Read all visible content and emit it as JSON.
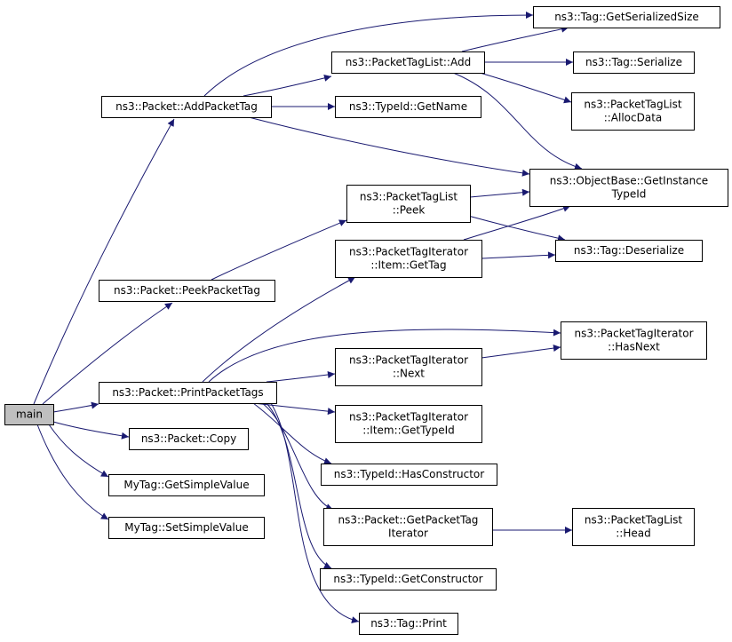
{
  "graph": {
    "nodes": [
      {
        "id": "main",
        "lines": [
          "main"
        ],
        "root": true
      },
      {
        "id": "addPacketTag",
        "lines": [
          "ns3::Packet::AddPacketTag"
        ]
      },
      {
        "id": "peekPacketTag",
        "lines": [
          "ns3::Packet::PeekPacketTag"
        ]
      },
      {
        "id": "printPacketTags",
        "lines": [
          "ns3::Packet::PrintPacketTags"
        ]
      },
      {
        "id": "packetCopy",
        "lines": [
          "ns3::Packet::Copy"
        ]
      },
      {
        "id": "getSimpleValue",
        "lines": [
          "MyTag::GetSimpleValue"
        ]
      },
      {
        "id": "setSimpleValue",
        "lines": [
          "MyTag::SetSimpleValue"
        ]
      },
      {
        "id": "tagListAdd",
        "lines": [
          "ns3::PacketTagList::Add"
        ]
      },
      {
        "id": "typeIdGetName",
        "lines": [
          "ns3::TypeId::GetName"
        ]
      },
      {
        "id": "tagListPeek",
        "lines": [
          "ns3::PacketTagList",
          "::Peek"
        ]
      },
      {
        "id": "iterItemGetTag",
        "lines": [
          "ns3::PacketTagIterator",
          "::Item::GetTag"
        ]
      },
      {
        "id": "iterNext",
        "lines": [
          "ns3::PacketTagIterator",
          "::Next"
        ]
      },
      {
        "id": "iterItemGetTypeId",
        "lines": [
          "ns3::PacketTagIterator",
          "::Item::GetTypeId"
        ]
      },
      {
        "id": "typeIdHasConstructor",
        "lines": [
          "ns3::TypeId::HasConstructor"
        ]
      },
      {
        "id": "getPacketTagIterator",
        "lines": [
          "ns3::Packet::GetPacketTag",
          "Iterator"
        ]
      },
      {
        "id": "typeIdGetConstructor",
        "lines": [
          "ns3::TypeId::GetConstructor"
        ]
      },
      {
        "id": "tagPrint",
        "lines": [
          "ns3::Tag::Print"
        ]
      },
      {
        "id": "tagGetSerializedSize",
        "lines": [
          "ns3::Tag::GetSerializedSize"
        ]
      },
      {
        "id": "tagSerialize",
        "lines": [
          "ns3::Tag::Serialize"
        ]
      },
      {
        "id": "tagListAllocData",
        "lines": [
          "ns3::PacketTagList",
          "::AllocData"
        ]
      },
      {
        "id": "getInstanceTypeId",
        "lines": [
          "ns3::ObjectBase::GetInstance",
          "TypeId"
        ]
      },
      {
        "id": "tagDeserialize",
        "lines": [
          "ns3::Tag::Deserialize"
        ]
      },
      {
        "id": "iterHasNext",
        "lines": [
          "ns3::PacketTagIterator",
          "::HasNext"
        ]
      },
      {
        "id": "tagListHead",
        "lines": [
          "ns3::PacketTagList",
          "::Head"
        ]
      }
    ],
    "edges": [
      {
        "from": "main",
        "to": "addPacketTag"
      },
      {
        "from": "main",
        "to": "peekPacketTag"
      },
      {
        "from": "main",
        "to": "printPacketTags"
      },
      {
        "from": "main",
        "to": "packetCopy"
      },
      {
        "from": "main",
        "to": "getSimpleValue"
      },
      {
        "from": "main",
        "to": "setSimpleValue"
      },
      {
        "from": "addPacketTag",
        "to": "tagGetSerializedSize"
      },
      {
        "from": "addPacketTag",
        "to": "tagListAdd"
      },
      {
        "from": "addPacketTag",
        "to": "typeIdGetName"
      },
      {
        "from": "addPacketTag",
        "to": "getInstanceTypeId"
      },
      {
        "from": "tagListAdd",
        "to": "tagGetSerializedSize"
      },
      {
        "from": "tagListAdd",
        "to": "tagSerialize"
      },
      {
        "from": "tagListAdd",
        "to": "tagListAllocData"
      },
      {
        "from": "tagListAdd",
        "to": "getInstanceTypeId"
      },
      {
        "from": "peekPacketTag",
        "to": "tagListPeek"
      },
      {
        "from": "tagListPeek",
        "to": "getInstanceTypeId"
      },
      {
        "from": "tagListPeek",
        "to": "tagDeserialize"
      },
      {
        "from": "printPacketTags",
        "to": "iterItemGetTag"
      },
      {
        "from": "printPacketTags",
        "to": "iterHasNext"
      },
      {
        "from": "printPacketTags",
        "to": "iterNext"
      },
      {
        "from": "printPacketTags",
        "to": "iterItemGetTypeId"
      },
      {
        "from": "printPacketTags",
        "to": "typeIdHasConstructor"
      },
      {
        "from": "printPacketTags",
        "to": "getPacketTagIterator"
      },
      {
        "from": "printPacketTags",
        "to": "typeIdGetConstructor"
      },
      {
        "from": "printPacketTags",
        "to": "tagPrint"
      },
      {
        "from": "iterItemGetTag",
        "to": "getInstanceTypeId"
      },
      {
        "from": "iterItemGetTag",
        "to": "tagDeserialize"
      },
      {
        "from": "iterNext",
        "to": "iterHasNext"
      },
      {
        "from": "getPacketTagIterator",
        "to": "tagListHead"
      }
    ],
    "colors": {
      "edge": "#191970",
      "root_fill": "#bfbfbf",
      "node_fill": "#ffffff",
      "node_border": "#000000"
    }
  }
}
